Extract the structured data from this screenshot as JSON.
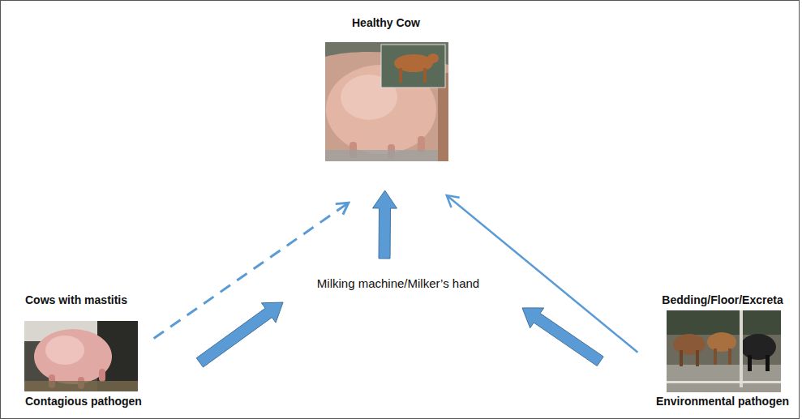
{
  "diagram": {
    "nodes": [
      {
        "text": [
          "Healthy Cow"
        ]
      },
      {
        "text": [
          "Milking machine/Milker’s hand"
        ]
      },
      {
        "text": [
          "Cows with mastitis",
          "Contagious pathogen"
        ]
      },
      {
        "text": [
          "Bedding/Floor/Excreta",
          "Environmental pathogen"
        ]
      }
    ],
    "edges": [
      {
        "from": 1,
        "to": 0,
        "arrow": "to"
      },
      {
        "from": 2,
        "to": 0,
        "arrow": "to"
      },
      {
        "from": 2,
        "to": 1,
        "arrow": "to"
      },
      {
        "from": 3,
        "to": 1,
        "arrow": "to"
      },
      {
        "from": 3,
        "to": 0,
        "arrow": "to"
      }
    ]
  }
}
